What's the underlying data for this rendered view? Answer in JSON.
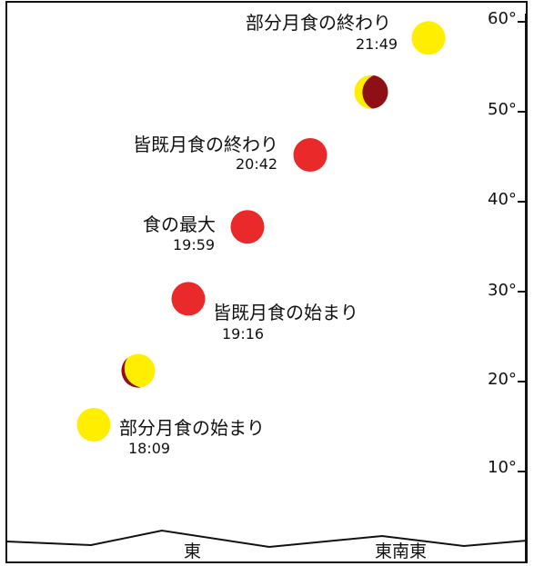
{
  "chart_data": {
    "type": "scatter",
    "y_axis": {
      "ticks": [
        "60°",
        "50°",
        "40°",
        "30°",
        "20°",
        "10°"
      ]
    },
    "x_axis": {
      "direction_labels": [
        "東",
        "東南東"
      ]
    },
    "events": [
      {
        "name": "部分月食の始まり",
        "time": "18:09",
        "altitude_deg": 15,
        "phase": "full"
      },
      {
        "name": "",
        "time": "",
        "altitude_deg": 21,
        "phase": "partial"
      },
      {
        "name": "皆既月食の始まり",
        "time": "19:16",
        "altitude_deg": 29,
        "phase": "total"
      },
      {
        "name": "食の最大",
        "time": "19:59",
        "altitude_deg": 37,
        "phase": "total"
      },
      {
        "name": "皆既月食の終わり",
        "time": "20:42",
        "altitude_deg": 45,
        "phase": "total"
      },
      {
        "name": "",
        "time": "",
        "altitude_deg": 52,
        "phase": "partial"
      },
      {
        "name": "部分月食の終わり",
        "time": "21:49",
        "altitude_deg": 58,
        "phase": "full"
      }
    ]
  },
  "colors": {
    "full_moon": "#ffee00",
    "total_eclipse": "#ea2a2a",
    "umbra_shadow": "#8e1016",
    "axis": "#111111"
  }
}
